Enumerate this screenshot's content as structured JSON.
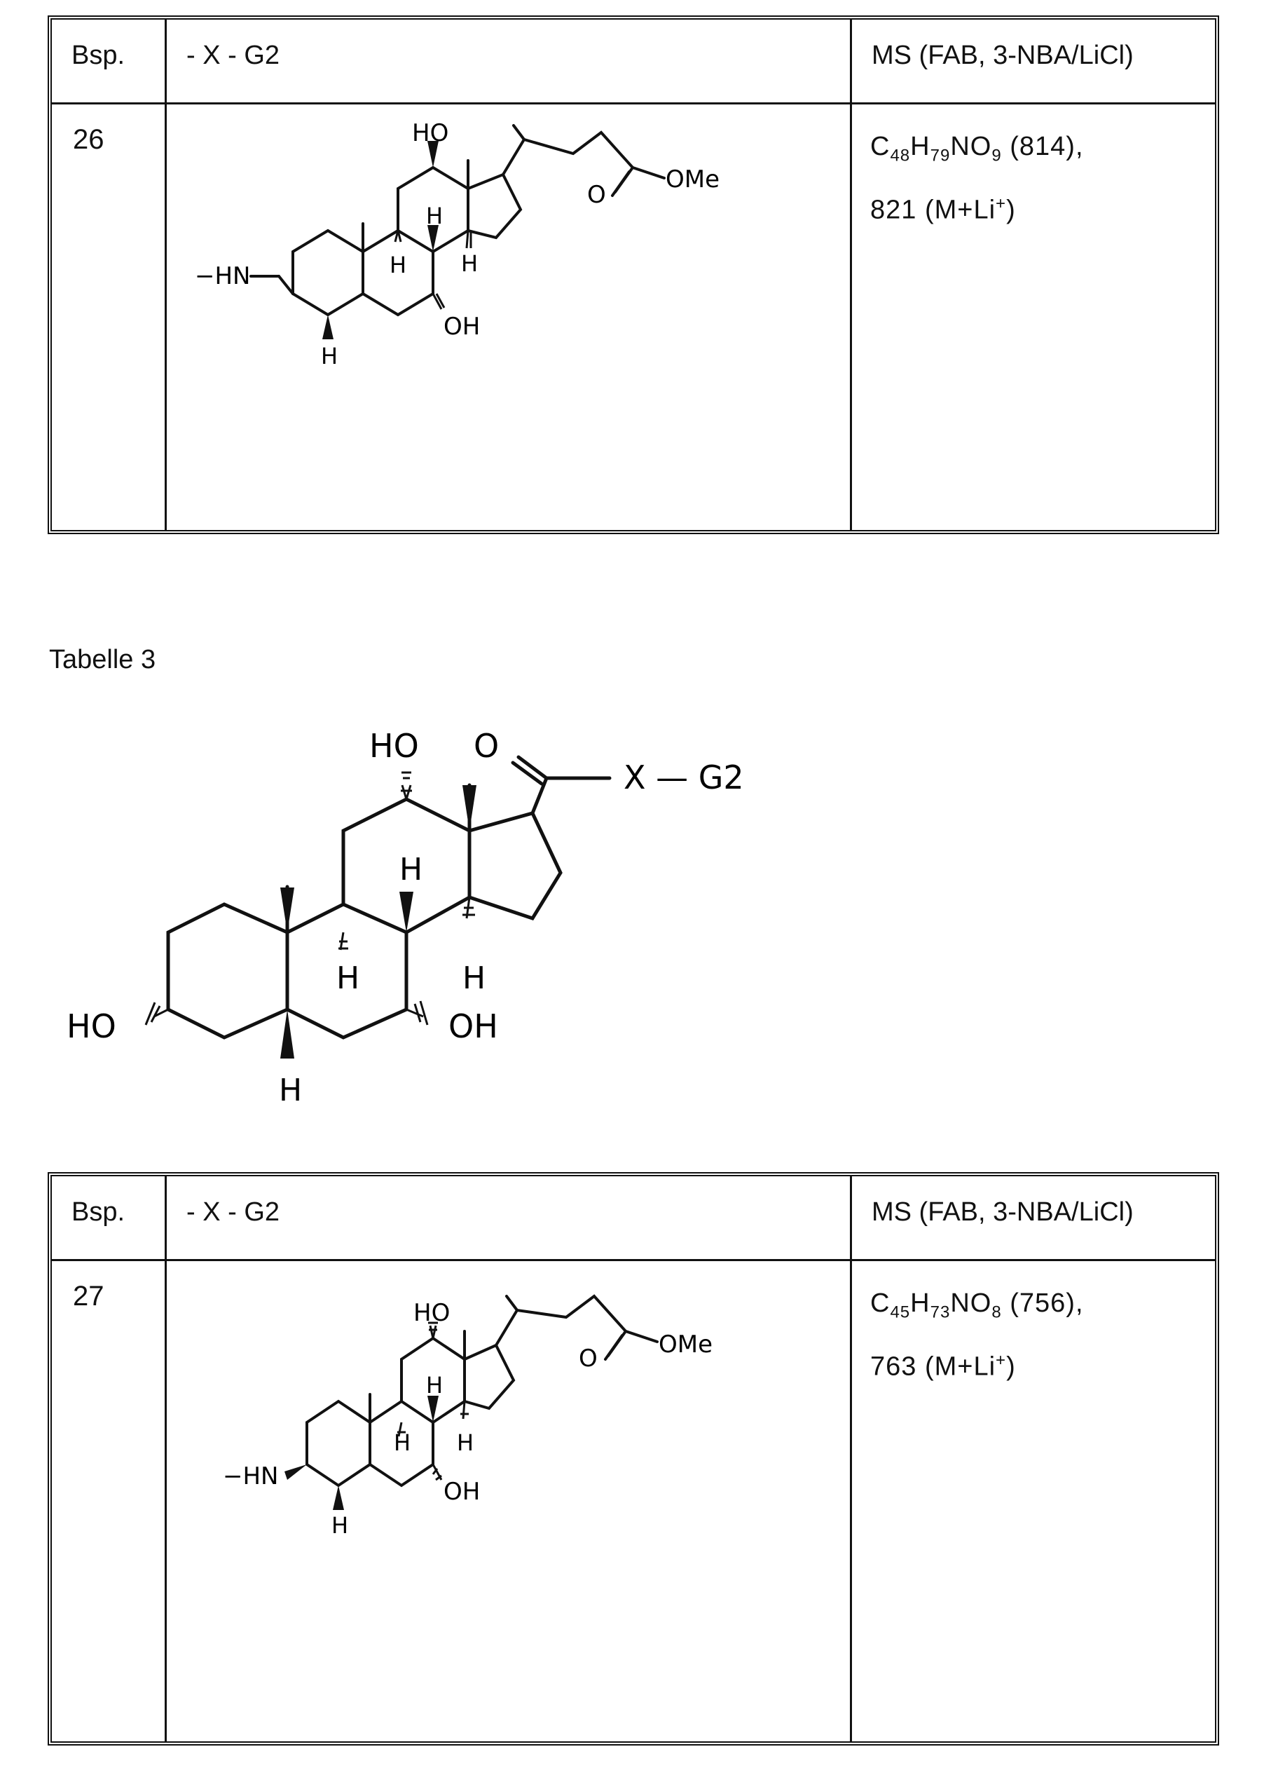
{
  "table1": {
    "headers": {
      "col1": "Bsp.",
      "col2": "- X - G2",
      "col3": "MS (FAB, 3-NBA/LiCl)"
    },
    "row": {
      "bsp": "26",
      "formula_parts": [
        "C",
        "48",
        "H",
        "79",
        "NO",
        "9",
        " (814),"
      ],
      "ms_line2": "821 (M+Li",
      "ms_sup": "+",
      "ms_close": ")"
    },
    "structure_labels": {
      "ho12": "HO",
      "ester_o": "O",
      "ome": "OMe",
      "h8": "H",
      "h9": "H",
      "h14": "H",
      "oh7": "OH",
      "h5": "H",
      "hn": "−HN"
    }
  },
  "caption": "Tabelle 3",
  "scaffold": {
    "labels": {
      "ho12": "HO",
      "o_carbonyl": "O",
      "xg2": "X — G2",
      "h8": "H",
      "h9": "H",
      "h14": "H",
      "ho3": "HO",
      "oh7": "OH",
      "h5": "H"
    }
  },
  "table2": {
    "headers": {
      "col1": "Bsp.",
      "col2": "- X - G2",
      "col3": "MS (FAB, 3-NBA/LiCl)"
    },
    "row": {
      "bsp": "27",
      "formula_parts": [
        "C",
        "45",
        "H",
        "73",
        "NO",
        "8",
        " (756),"
      ],
      "ms_line2": "763 (M+Li",
      "ms_sup": "+",
      "ms_close": ")"
    },
    "structure_labels": {
      "ho12": "HO",
      "ester_o": "O",
      "ome": "OMe",
      "h8": "H",
      "h9": "H",
      "h14": "H",
      "oh7": "OH",
      "h5": "H",
      "hn": "−HN"
    }
  }
}
